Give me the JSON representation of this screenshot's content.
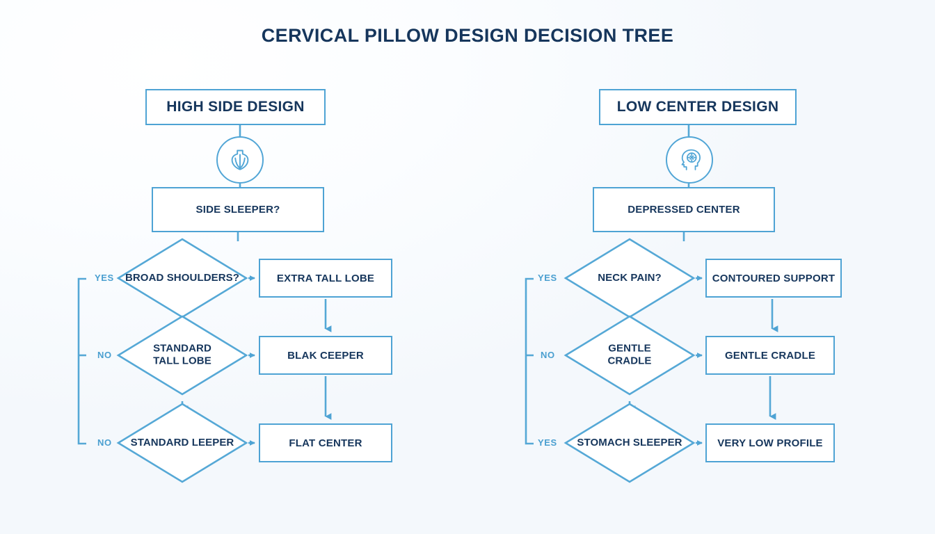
{
  "page": {
    "title": "CERVICAL PILLOW DESIGN DECISION TREE",
    "accent_color": "#4ea3d4",
    "text_color": "#16365c",
    "branch_label_color": "#4a9fd0",
    "background_color": "#f4f8fc"
  },
  "branches": [
    {
      "id": "high-side",
      "header": "HIGH SIDE DESIGN",
      "icon": "shield-icon",
      "root": "SIDE SLEEPER?",
      "rows": [
        {
          "branch_label": "YES",
          "decision": "BROAD SHOULDERS?",
          "result": "EXTRA TALL LOBE"
        },
        {
          "branch_label": "NO",
          "decision": "STANDARD\nTALL LOBE",
          "result": "BLAK CEEPER"
        },
        {
          "branch_label": "NO",
          "decision": "STANDARD LEEPER",
          "result": "FLAT CENTER"
        }
      ]
    },
    {
      "id": "low-center",
      "header": "LOW CENTER DESIGN",
      "icon": "head-brain-icon",
      "root": "DEPRESSED CENTER",
      "rows": [
        {
          "branch_label": "YES",
          "decision": "NECK PAIN?",
          "result": "CONTOURED SUPPORT"
        },
        {
          "branch_label": "NO",
          "decision": "GENTLE\nCRADLE",
          "result": "GENTLE CRADLE"
        },
        {
          "branch_label": "YES",
          "decision": "STOMACH SLEEPER",
          "result": "VERY LOW PROFILE"
        }
      ]
    }
  ]
}
